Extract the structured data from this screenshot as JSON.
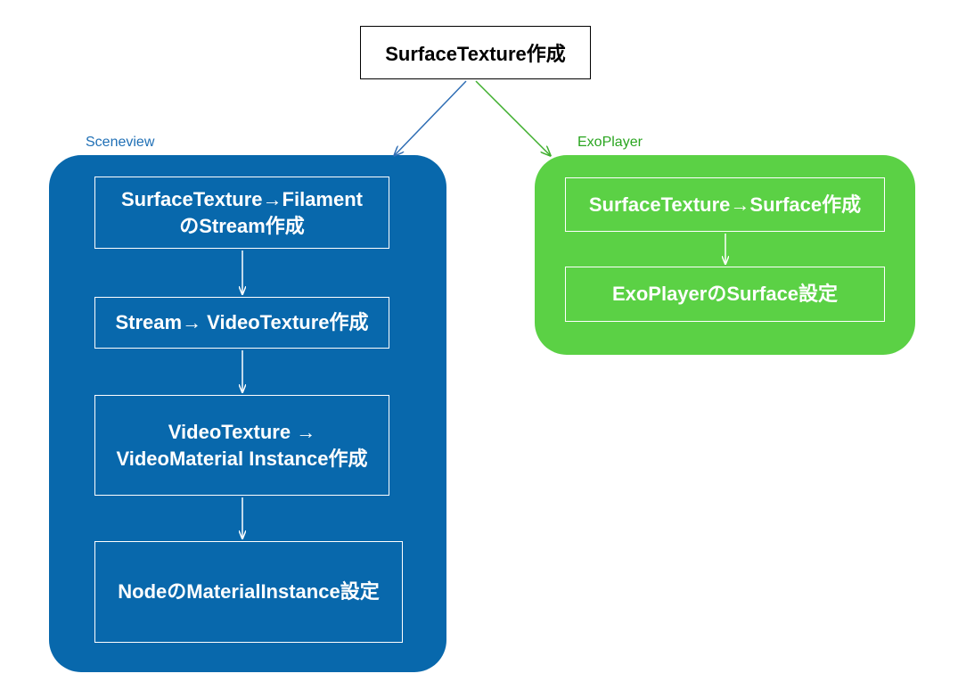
{
  "colors": {
    "sceneview_fill": "#0868AC",
    "sceneview_label": "#1F6FB5",
    "exoplayer_fill": "#5BD145",
    "exoplayer_label": "#2AA520",
    "blue_arrow": "#2E6DB4",
    "green_arrow": "#3FAF2E",
    "inner_arrow": "#ffffff"
  },
  "top": {
    "label": "SurfaceTexture作成"
  },
  "sceneview": {
    "label": "Sceneview",
    "steps": [
      {
        "label": "SurfaceTexture→Filament\nのStream作成"
      },
      {
        "label": "Stream→ VideoTexture作成"
      },
      {
        "label": "VideoTexture →\nVideoMaterial Instance作成"
      },
      {
        "label": "NodeのMaterialInstance設定"
      }
    ]
  },
  "exoplayer": {
    "label": "ExoPlayer",
    "steps": [
      {
        "label": "SurfaceTexture→Surface作成"
      },
      {
        "label": "ExoPlayerのSurface設定"
      }
    ]
  }
}
